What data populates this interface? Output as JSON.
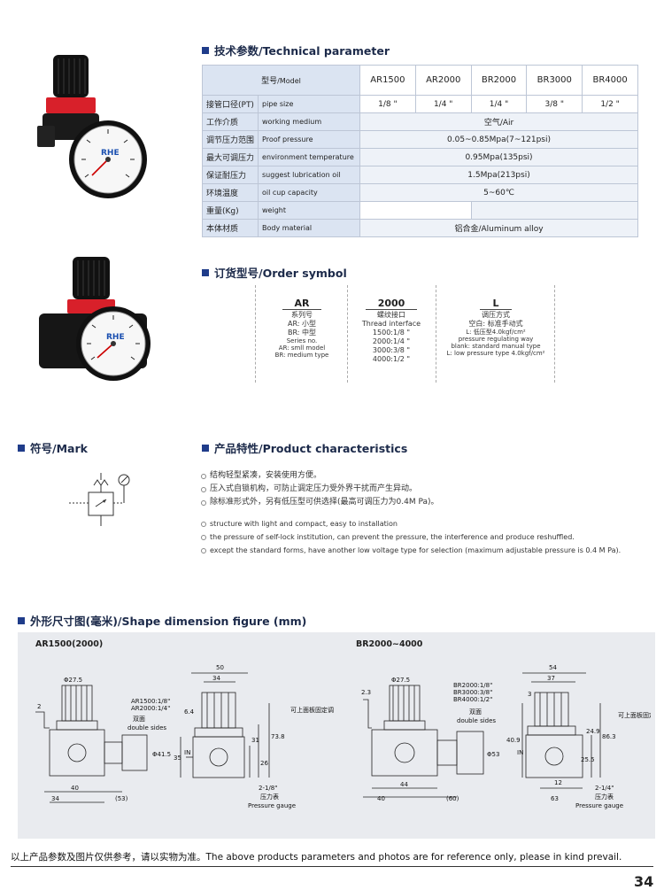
{
  "sections": {
    "tech": "技术参数/Technical parameter",
    "order": "订货型号/Order symbol",
    "mark": "符号/Mark",
    "characteristics": "产品特性/Product characteristics",
    "shape": "外形尺寸图(毫米)/Shape dimension figure (mm)"
  },
  "tech_table": {
    "model_cn": "型号",
    "model_en": "/Model",
    "models": [
      "AR1500",
      "AR2000",
      "BR2000",
      "BR3000",
      "BR4000"
    ],
    "rows": [
      {
        "cn": "接管口径(PT)",
        "en": "pipe size",
        "values": [
          "1/8 \"",
          "1/4 \"",
          "1/4 \"",
          "3/8 \"",
          "1/2 \""
        ]
      },
      {
        "cn": "工作介质",
        "en": "working medium",
        "span": "空气/Air"
      },
      {
        "cn": "调节压力范围",
        "en": "Proof pressure",
        "span": "0.05~0.85Mpa(7~121psi)"
      },
      {
        "cn": "最大可调压力",
        "en": "environment temperature",
        "span": "0.95Mpa(135psi)"
      },
      {
        "cn": "保证耐压力",
        "en": "suggest lubrication oil",
        "span": "1.5Mpa(213psi)"
      },
      {
        "cn": "环境温度",
        "en": "oil cup capacity",
        "span": "5~60℃"
      },
      {
        "cn": "重量(Kg)",
        "en": "weight",
        "split": true
      },
      {
        "cn": "本体材质",
        "en": "Body material",
        "span": "铝合金/Aluminum alloy"
      }
    ]
  },
  "order": {
    "col1": {
      "code": "AR",
      "cn": "系列号",
      "l1": "AR: 小型",
      "l2": "BR: 中型",
      "l3": "Series no.",
      "l4": "AR: smll model",
      "l5": "BR: medium type"
    },
    "col2": {
      "code": "2000",
      "cn": "螺纹接口",
      "en": "Thread interface",
      "l1": "1500:1/8 \"",
      "l2": "2000:1/4 \"",
      "l3": "3000:3/8 \"",
      "l4": "4000:1/2 \""
    },
    "col3": {
      "code": "L",
      "cn": "调压方式",
      "l1": "空白: 标准手动式",
      "l2": "L: 低压型4.0kgf/cm²",
      "l3": "pressure regulating way",
      "l4": "blank: standard manual type",
      "l5": "L: low pressure type 4.0kgf/cm²"
    }
  },
  "characteristics_cn": [
    "结构轻型紧凑，安装使用方便。",
    "压入式自锁机构，可防止调定压力受外界干扰而产生异动。",
    "除标准形式外，另有低压型可供选择(最高可调压力为0.4M Pa)。"
  ],
  "characteristics_en": [
    "structure with light and compact, easy to installation",
    "the pressure of self-lock institution, can prevent the pressure, the interference and produce reshuffled.",
    "except the standard forms, have another low voltage type for selection (maximum adjustable pressure is 0.4 M Pa)."
  ],
  "dimensions": {
    "left_title": "AR1500(2000)",
    "right_title": "BR2000~4000",
    "left_thread": [
      "AR1500:1/8\"",
      "AR2000:1/4\""
    ],
    "right_thread": [
      "BR2000:1/8\"",
      "BR3000:3/8\"",
      "BR4000:1/2\""
    ],
    "double_sides_cn": "双面",
    "double_sides_en": "double sides",
    "gauge_cn": "压力表",
    "gauge_en": "Pressure gauge",
    "left_gauge_thread": "2-1/8\"",
    "right_gauge_thread": "2-1/4\"",
    "panel_mount_cn": "可上面板固定调",
    "in_label": "IN",
    "left_dims": {
      "d1": "Φ27.5",
      "d2": "2",
      "d3": "Φ41.5",
      "d4": "34",
      "d5": "40",
      "d6": "(53)",
      "d7": "50",
      "d8": "34",
      "d9": "6.4",
      "d10": "35",
      "d11": "31",
      "d12": "73.8",
      "d13": "26"
    },
    "right_dims": {
      "d1": "Φ27.5",
      "d2": "2.3",
      "d3": "Φ53",
      "d4": "40",
      "d5": "44",
      "d6": "(60)",
      "d7": "54",
      "d8": "37",
      "d9": "3",
      "d10": "40.9",
      "d11": "25.5",
      "d12": "86.3",
      "d13": "24.9",
      "d14": "12",
      "d15": "63"
    }
  },
  "footer": "以上产品参数及图片仅供参考，请以实物为准。The above products parameters and photos are for reference only, please in kind prevail.",
  "page_number": "34",
  "brand": "RHE"
}
